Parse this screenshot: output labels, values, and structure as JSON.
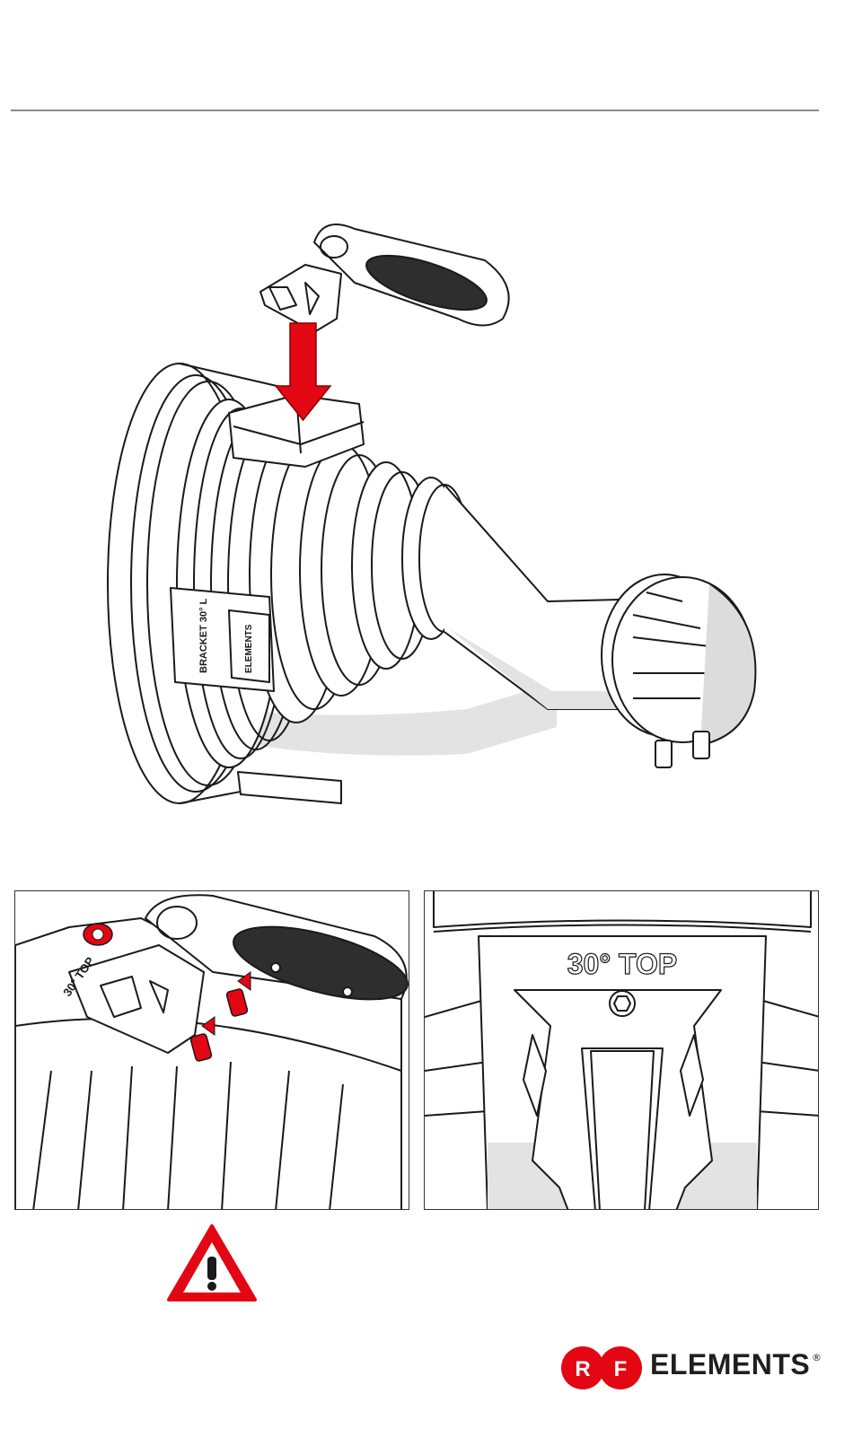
{
  "main_figure": {
    "bracket_label": "BRACKET 30° L",
    "brand_label": "ELEMENTS"
  },
  "detail_left": {
    "stamp": "30° TOP"
  },
  "detail_right": {
    "stamp": "30° TOP"
  },
  "warning": {
    "icon": "warning-triangle-icon",
    "color": "#e30613"
  },
  "logo": {
    "letters": [
      "R",
      "F"
    ],
    "wordmark": "ELEMENTS",
    "registered": "®",
    "color": "#e30613"
  },
  "colors": {
    "accent_red": "#e30613",
    "line": "#1a1a1a",
    "shade": "#dcdcdc"
  }
}
